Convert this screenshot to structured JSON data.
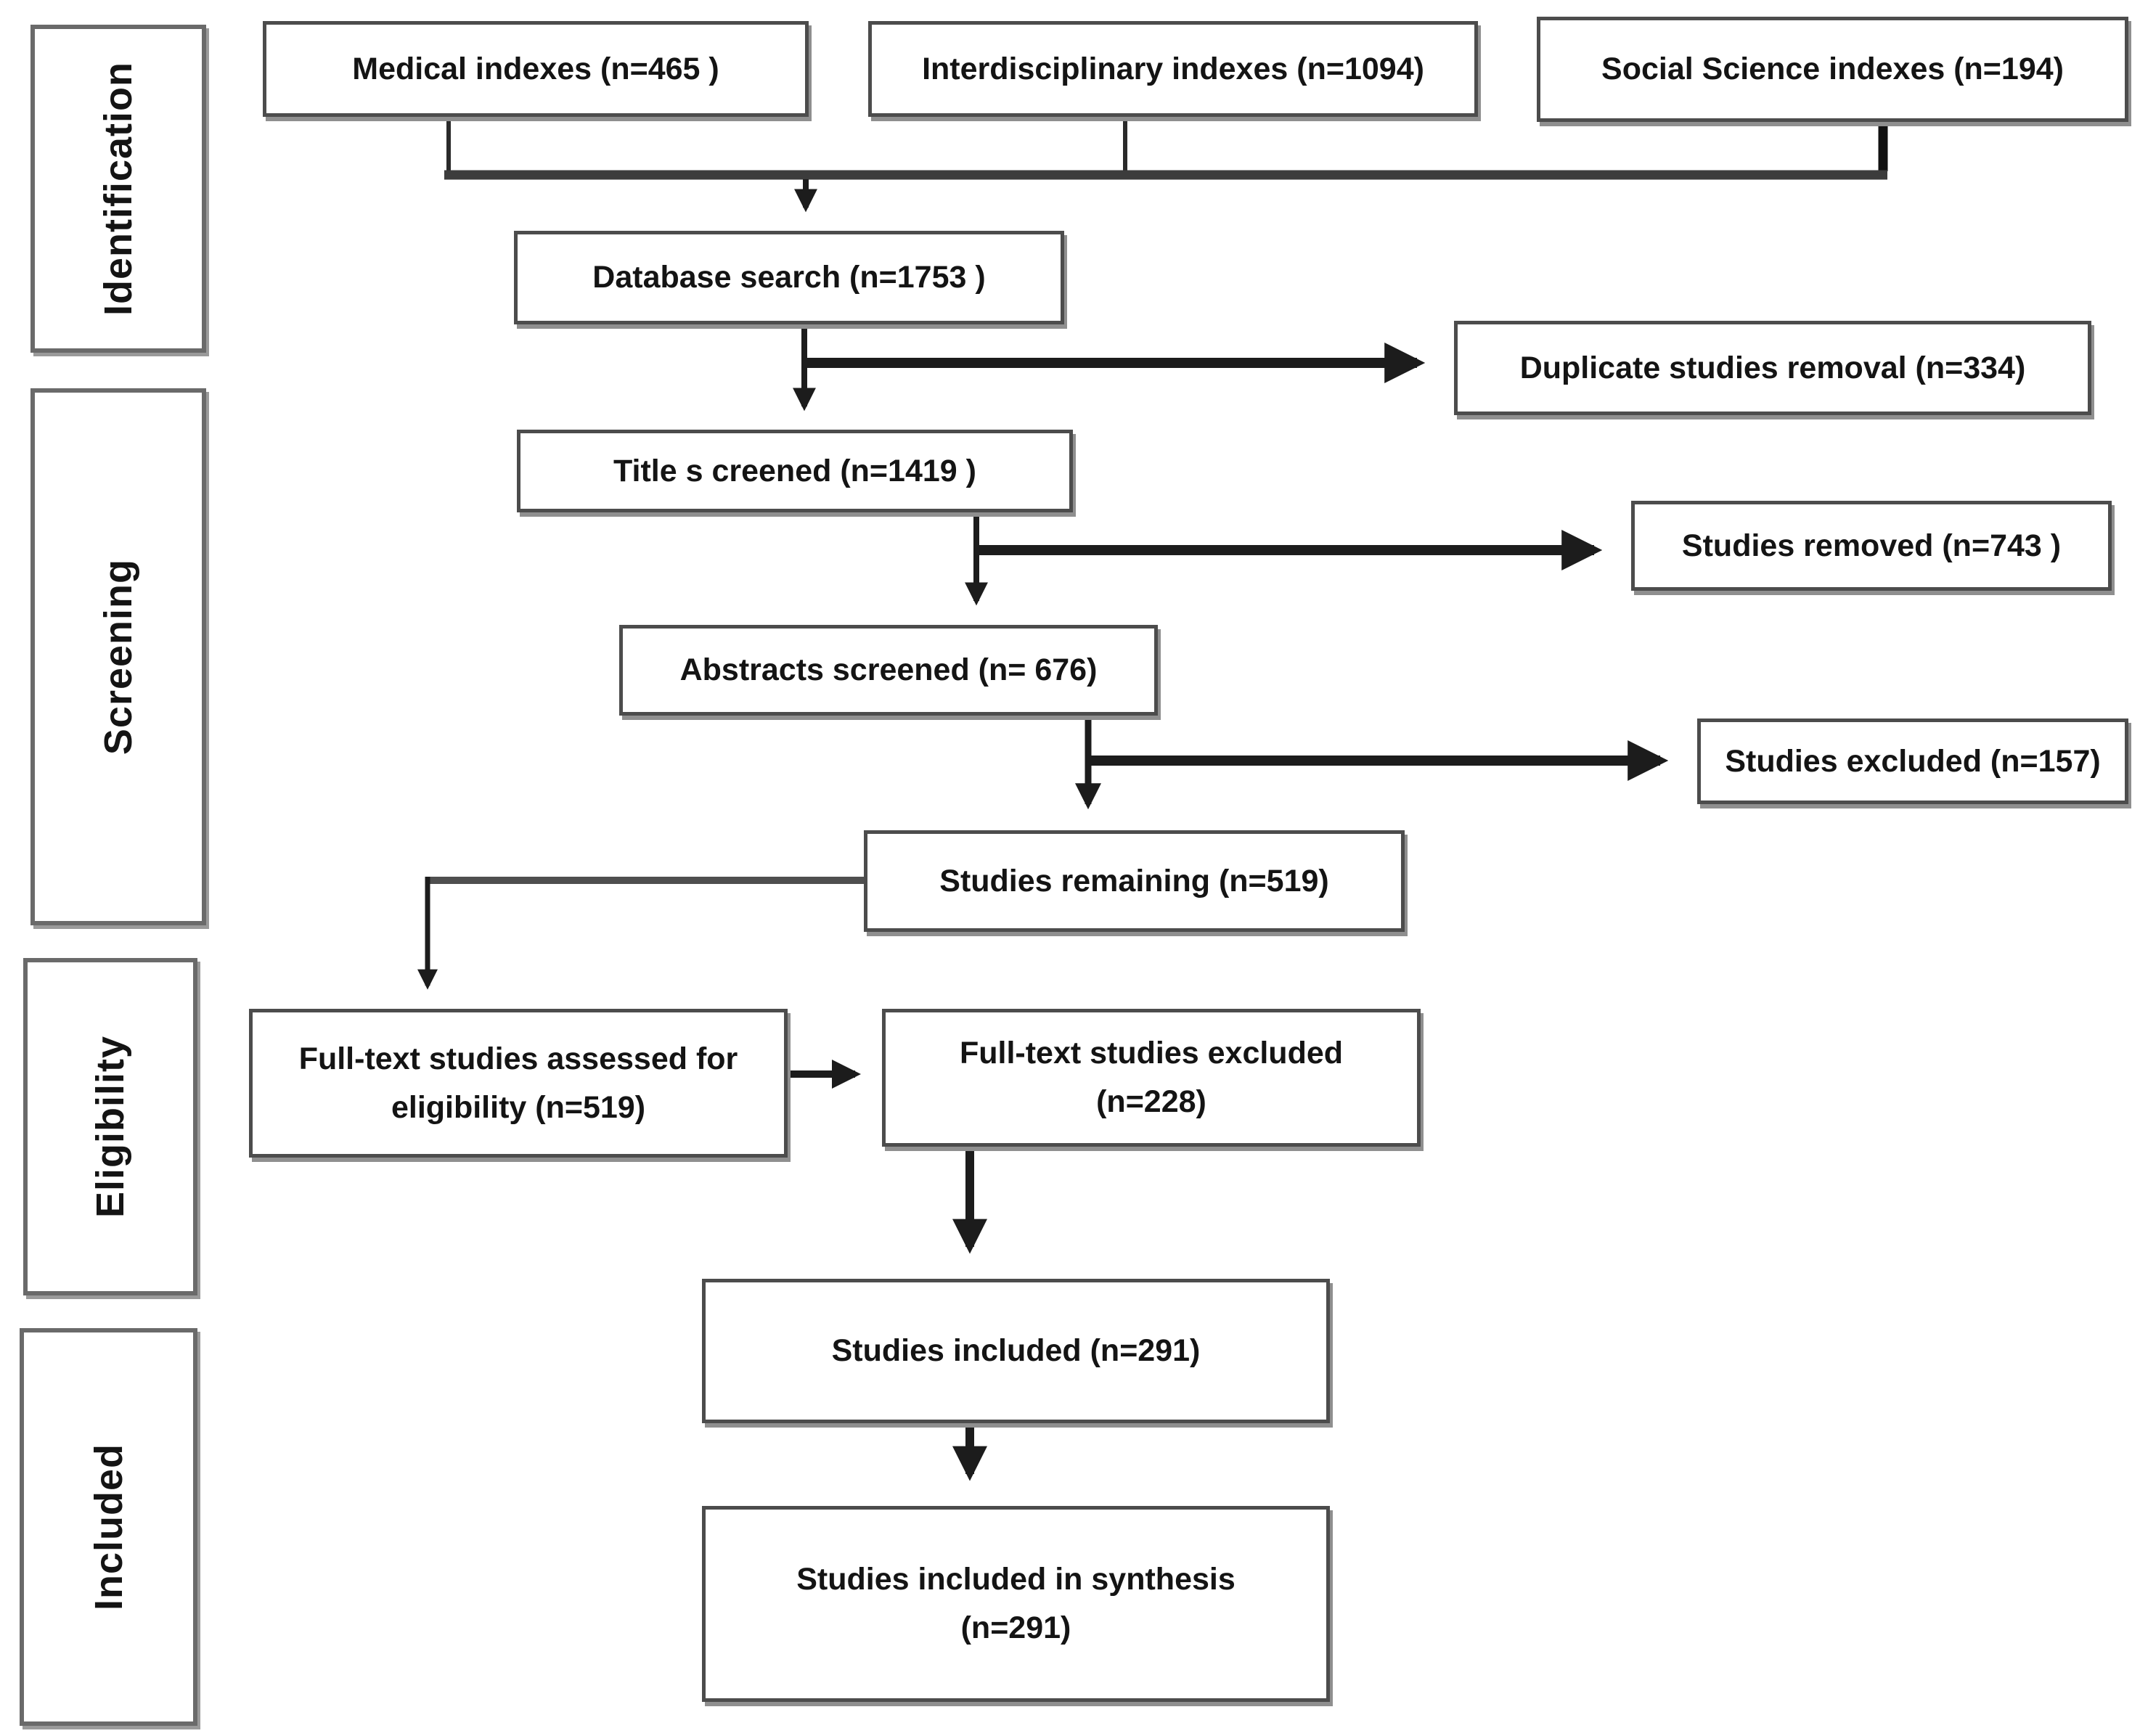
{
  "diagram": {
    "stages": [
      {
        "label": "Identification"
      },
      {
        "label": "Screening"
      },
      {
        "label": "Eligibility"
      },
      {
        "label": "Included"
      }
    ],
    "boxes": {
      "medical": {
        "label": "Medical indexes (n=465 )"
      },
      "interdisciplinary": {
        "label": "Interdisciplinary indexes (n=1094)"
      },
      "social": {
        "label": "Social Science indexes (n=194)"
      },
      "database": {
        "label": "Database search (n=1753 )"
      },
      "duplicate": {
        "label": "Duplicate studies removal (n=334)"
      },
      "title_screened": {
        "label": "Title s creened (n=1419 )"
      },
      "studies_removed": {
        "label": "Studies removed (n=743 )"
      },
      "abstracts": {
        "label": "Abstracts screened (n= 676)"
      },
      "excluded": {
        "label": "Studies excluded (n=157)"
      },
      "remaining": {
        "label": "Studies remaining (n=519)"
      },
      "fulltext_assessed": {
        "line1": "Full-text studies assessed for",
        "line2": "eligibility (n=519)"
      },
      "fulltext_excluded": {
        "line1": "Full-text studies excluded",
        "line2": "(n=228)"
      },
      "included": {
        "label": "Studies included (n=291)"
      },
      "synthesis": {
        "line1": "Studies included in synthesis",
        "line2": "(n=291)"
      }
    },
    "colors": {
      "line": "#1c1c1c",
      "junction_bar": "#3c3c3c",
      "box_border": "#4c4c4c",
      "text": "#141414"
    }
  }
}
